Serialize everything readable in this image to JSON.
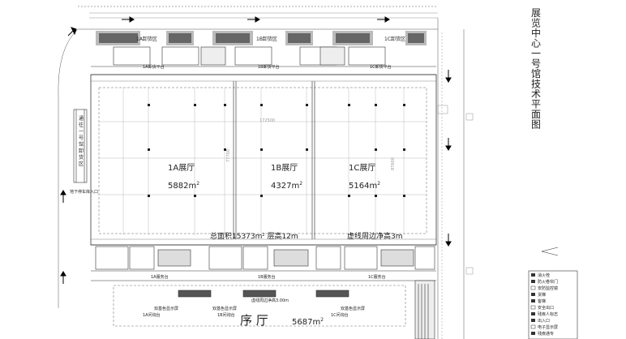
{
  "title": "展览中心一号馆技术平面图",
  "unloading_zones": [
    "1A卸货区",
    "1B卸货区",
    "1C卸货区"
  ],
  "unloading_platforms": [
    "1A卸货平台",
    "1B卸货平台",
    "1C卸货平台"
  ],
  "halls": [
    {
      "name": "1A展厅",
      "area": "5882m",
      "sup": "2"
    },
    {
      "name": "1B展厅",
      "area": "4327m",
      "sup": "2"
    },
    {
      "name": "1C展厅",
      "area": "5164m",
      "sup": "2"
    }
  ],
  "total_area": {
    "text": "总面积15373m",
    "sup": "2",
    "height": " 层高12m"
  },
  "clearance_note": "虚线周边净高3m",
  "dimension_main": "172500",
  "dimension_mid": "77700",
  "dimension_right": "87600",
  "service_desks": [
    "1A服务台",
    "1B服务台",
    "1C服务台"
  ],
  "side_label": "通往一号馆卸货区",
  "entrance_label": "地下停车库入口",
  "foyer": {
    "name": "序 厅",
    "area": "5687m",
    "sup": "2"
  },
  "foyer_clearance": "虚线周边净高3.00m",
  "screens": [
    "双基色显示屏",
    "双基色显示屏",
    "双基色显示屏"
  ],
  "foyer_desks": [
    "1A问询台",
    "1B问询台",
    "1C问询台"
  ],
  "legend": [
    "消火栓",
    "防火卷帘门",
    "安防监控镜",
    "货梯",
    "客梯",
    "安全出口",
    "残疾人标志",
    "出入口",
    "电子显示屏",
    "残疾通专",
    "残疾通道"
  ]
}
